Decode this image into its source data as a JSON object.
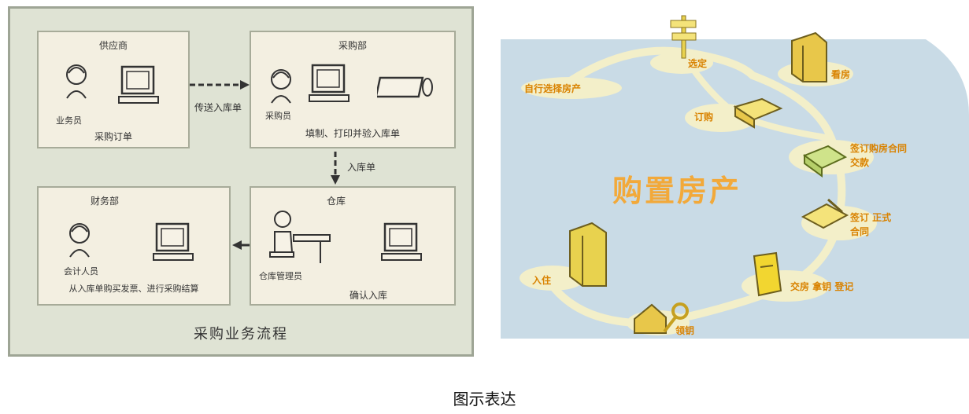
{
  "caption": "图示表达",
  "left_diagram": {
    "title": "采购业务流程",
    "boxes": {
      "purchase": {
        "title": "供应商",
        "person_label": "业务员",
        "caption": "采购订单"
      },
      "sales": {
        "title": "采购部",
        "person_label": "采购员",
        "caption": "填制、打印并验入库单"
      },
      "finance": {
        "title": "财务部",
        "person_label": "会计人员",
        "caption": "从入库单购买发票、进行采购结算"
      },
      "warehouse": {
        "title": "仓库",
        "person_label": "仓库管理员",
        "caption": "确认入库"
      }
    },
    "arrows": {
      "top": "传送入库单",
      "down": "入库单"
    }
  },
  "right_diagram": {
    "center_title": "购置房产",
    "steps": {
      "s1": "自行选择房产",
      "s2": "选定",
      "s3": "看房",
      "s4": "订购",
      "s5": "签订购房合同 交款",
      "s6": "签订 正式合同",
      "s7": "交房 拿钥 登记",
      "s8": "领钥",
      "s9": "入住"
    }
  },
  "colors": {
    "left_bg": "#dfe3d4",
    "box_bg": "#f3efe1",
    "right_bg": "#c9dbe6",
    "path": "#f3efc9",
    "accent": "#f2a93a"
  }
}
